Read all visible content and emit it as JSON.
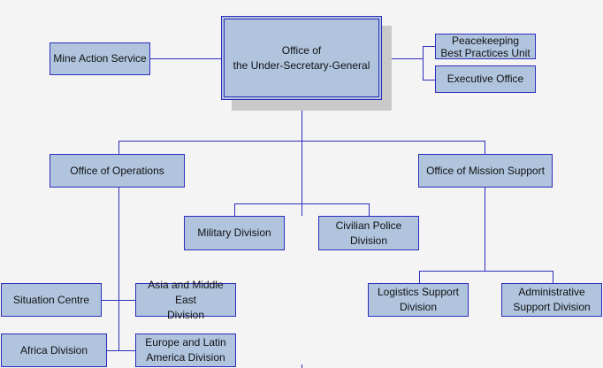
{
  "colors": {
    "background": "#f4f4f4",
    "box_fill": "#b0c4de",
    "border": "#2d2dbd",
    "shadow": "#c9c9c9"
  },
  "nodes": {
    "usg": "Office of\nthe Under-Secretary-General",
    "mine_action": "Mine Action Service",
    "best_practices": "Peacekeeping\nBest Practices Unit",
    "executive": "Executive Office",
    "operations": "Office of Operations",
    "mission_support": "Office of Mission Support",
    "military": "Military Division",
    "civilian_police": "Civilian Police Division",
    "situation_centre": "Situation Centre",
    "asia_me": "Asia and Middle East\nDivision",
    "africa": "Africa Division",
    "europe_la": "Europe and Latin\nAmerica Division",
    "logistics": "Logistics Support\nDivision",
    "administrative": "Administrative\nSupport Division"
  }
}
